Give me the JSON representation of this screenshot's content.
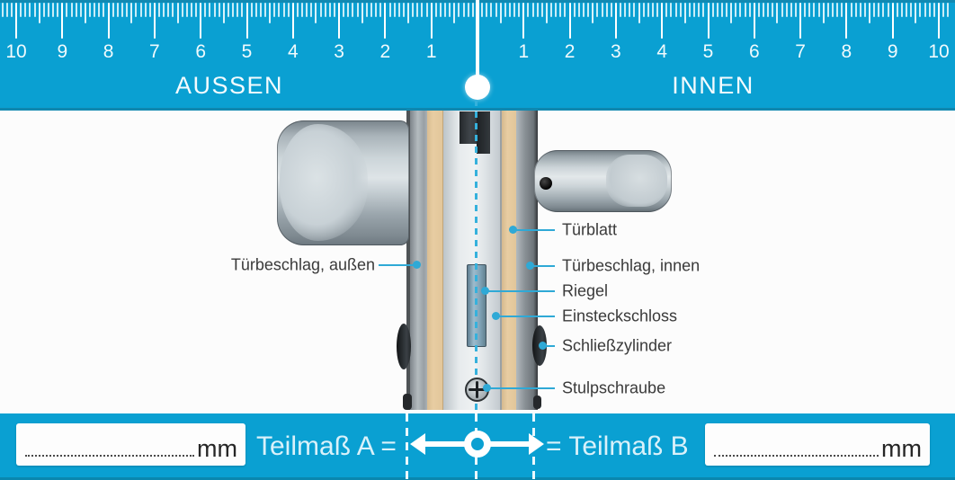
{
  "ruler": {
    "left_numbers": [
      "10",
      "9",
      "8",
      "7",
      "6",
      "5",
      "4",
      "3",
      "2",
      "1"
    ],
    "right_numbers": [
      "1",
      "2",
      "3",
      "4",
      "5",
      "6",
      "7",
      "8",
      "9",
      "10"
    ],
    "left_label": "AUSSEN",
    "right_label": "INNEN"
  },
  "diagram": {
    "labels": {
      "tuerbeschlag_aussen": "Türbeschlag, außen",
      "tuerblatt": "Türblatt",
      "tuerbeschlag_innen": "Türbeschlag, innen",
      "riegel": "Riegel",
      "einsteckschloss": "Einsteckschloss",
      "schliesszylinder": "Schließzylinder",
      "stulpschraube": "Stulpschraube"
    }
  },
  "footer": {
    "left_measure_label": "Teilmaß A =",
    "right_measure_label": "= Teilmaß B",
    "left_unit": "mm",
    "right_unit": "mm",
    "left_input_value": "",
    "right_input_value": ""
  },
  "colors": {
    "primary_blue": "#0aa0d2",
    "edge_blue": "#0f87af",
    "leader_line": "#2fa9d6",
    "wood": "#e4c89d",
    "label_text": "#3a3a3a"
  }
}
